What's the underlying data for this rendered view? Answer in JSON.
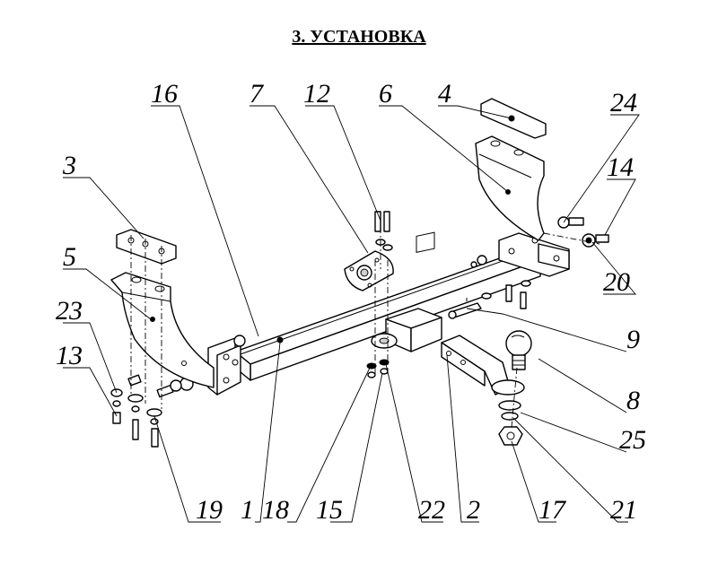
{
  "title": "3. УСТАНОВКА",
  "callouts": [
    {
      "id": "c16",
      "label": "16"
    },
    {
      "id": "c7",
      "label": "7"
    },
    {
      "id": "c12",
      "label": "12"
    },
    {
      "id": "c6",
      "label": "6"
    },
    {
      "id": "c4",
      "label": "4"
    },
    {
      "id": "c24",
      "label": "24"
    },
    {
      "id": "c3",
      "label": "3"
    },
    {
      "id": "c14",
      "label": "14"
    },
    {
      "id": "c5",
      "label": "5"
    },
    {
      "id": "c20",
      "label": "20"
    },
    {
      "id": "c23",
      "label": "23"
    },
    {
      "id": "c9",
      "label": "9"
    },
    {
      "id": "c13",
      "label": "13"
    },
    {
      "id": "c8",
      "label": "8"
    },
    {
      "id": "c25",
      "label": "25"
    },
    {
      "id": "c19",
      "label": "19"
    },
    {
      "id": "c1",
      "label": "1"
    },
    {
      "id": "c18",
      "label": "18"
    },
    {
      "id": "c15",
      "label": "15"
    },
    {
      "id": "c22",
      "label": "22"
    },
    {
      "id": "c2",
      "label": "2"
    },
    {
      "id": "c17",
      "label": "17"
    },
    {
      "id": "c21",
      "label": "21"
    }
  ]
}
